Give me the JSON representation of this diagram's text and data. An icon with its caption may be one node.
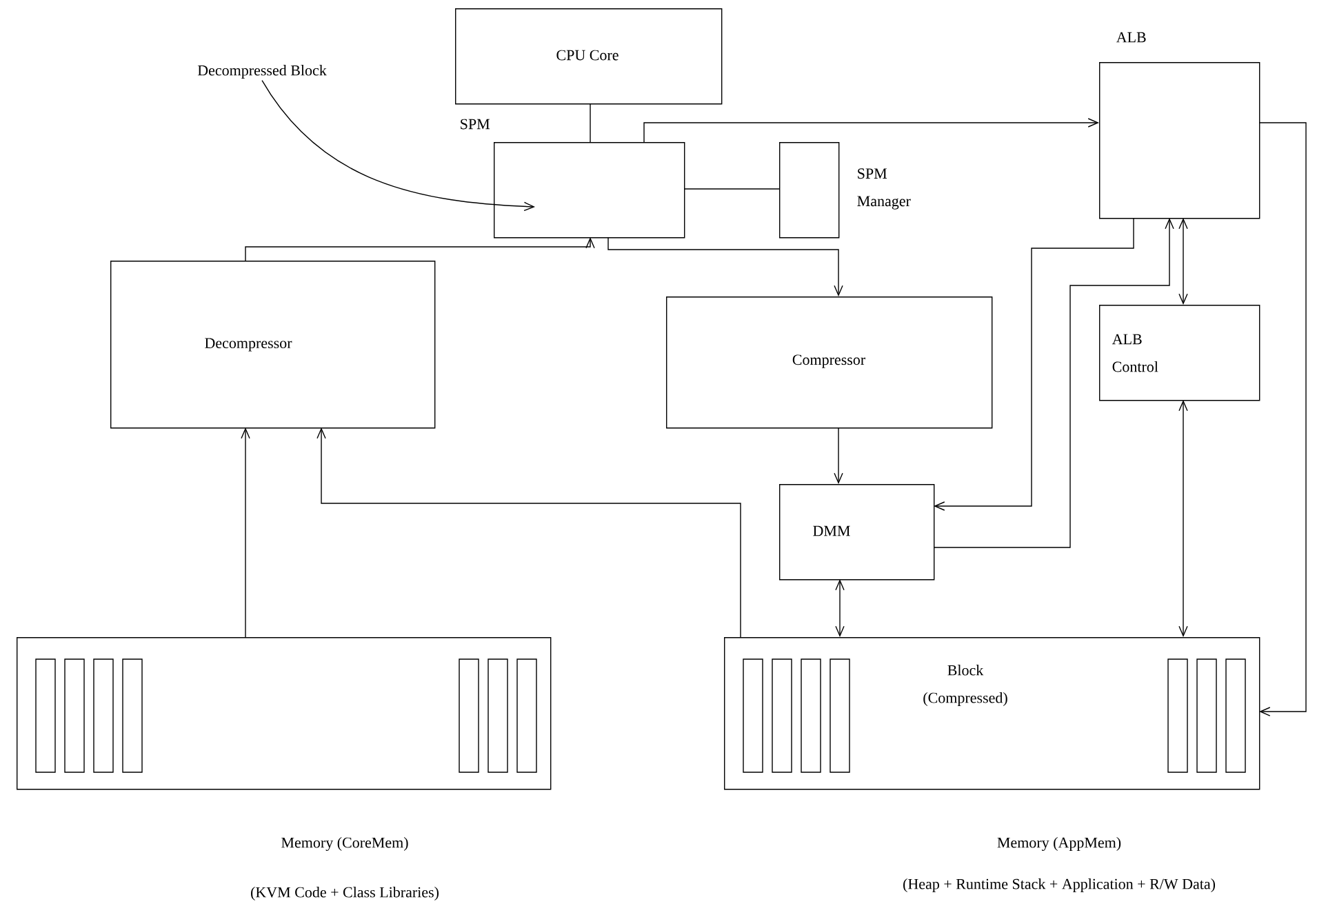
{
  "diagram": {
    "nodes": [
      {
        "text": [
          "CPU Core"
        ]
      },
      {
        "text": [
          "SPM"
        ]
      },
      {
        "text": [
          "SPM Manager"
        ]
      },
      {
        "text": [
          "ALB"
        ]
      },
      {
        "text": [
          "ALB Control"
        ]
      },
      {
        "text": [
          "Decompressor"
        ]
      },
      {
        "text": [
          "Compressor"
        ]
      },
      {
        "text": [
          "DMM"
        ]
      },
      {
        "text": [],
        "shape": "box",
        "beside": [
          "Memory (CoreMem)",
          "(KVM Code + Class Libraries)"
        ]
      },
      {
        "text": [
          "Block (Compressed)"
        ],
        "beside": [
          "Memory (AppMem)",
          "(Heap + Runtime Stack + Application + R/W Data)"
        ]
      },
      {
        "text": [
          "Decompressed Block"
        ]
      }
    ],
    "edges": [
      {
        "from": 0,
        "to": 1,
        "arrow": "none"
      },
      {
        "from": 1,
        "to": 3,
        "arrow": "to"
      },
      {
        "from": 1,
        "to": 2,
        "arrow": "none"
      },
      {
        "from": 5,
        "to": 1,
        "arrow": "to"
      },
      {
        "from": 1,
        "to": 6,
        "arrow": "to"
      },
      {
        "from": 6,
        "to": 7,
        "arrow": "to"
      },
      {
        "from": 3,
        "to": 7,
        "arrow": "to"
      },
      {
        "from": 7,
        "to": 3,
        "arrow": "to"
      },
      {
        "from": 3,
        "to": 4,
        "arrow": "both"
      },
      {
        "from": 4,
        "to": 9,
        "arrow": "both"
      },
      {
        "from": 7,
        "to": 9,
        "arrow": "both"
      },
      {
        "from": 9,
        "to": 5,
        "arrow": "to"
      },
      {
        "from": 8,
        "to": 5,
        "arrow": "to"
      },
      {
        "from": 3,
        "to": 9,
        "arrow": "to"
      },
      {
        "from": 10,
        "to": 1,
        "arrow": "to"
      }
    ]
  }
}
